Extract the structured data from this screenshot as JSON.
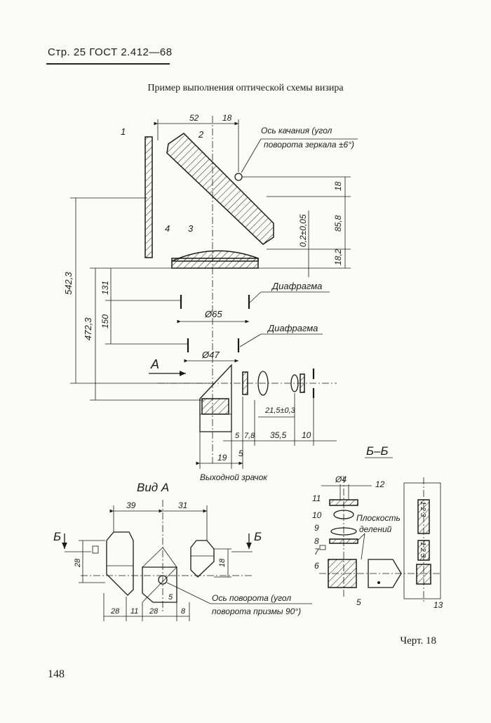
{
  "header": {
    "page_ref": "Стр. 25 ГОСТ 2.412—68",
    "page_number": "148",
    "figure_label": "Черт. 18"
  },
  "title": "Пример выполнения оптической схемы визира",
  "callouts": {
    "swing_axis_1": "Ось качания (угол",
    "swing_axis_2": "поворота зеркала ±6°)",
    "diaphragm_1": "Диафрагма",
    "diaphragm_2": "Диафрагма",
    "exit_pupil": "Выходной зрачок",
    "scale_plane_1": "Плоскость",
    "scale_plane_2": "делений",
    "rotation_axis_1": "Ось поворота (угол",
    "rotation_axis_2": "поворота призмы 90°)",
    "view_a": "Вид А",
    "arrow_a": "А",
    "section_bb": "Б–Б",
    "section_b_left": "Б",
    "section_b_right": "Б"
  },
  "positions": {
    "p1": "1",
    "p2": "2",
    "p3": "3",
    "p4": "4",
    "p5a": "5",
    "p5b": "5",
    "p6": "6",
    "p7": "7",
    "p8": "8",
    "p9": "9",
    "p10": "10",
    "p11": "11",
    "p12": "12",
    "p13": "13"
  },
  "dimensions": {
    "d52": "52",
    "d18_top": "18",
    "d18_v": "18",
    "d85_8": "85,8",
    "d18_2": "18,2",
    "d0_2": "0,2±0,05",
    "d542_3": "542,3",
    "d472_3": "472,3",
    "d131": "131",
    "d150": "150",
    "d65": "Ø65",
    "d47": "Ø47",
    "d21_5": "21,5±0,3",
    "d5": "5",
    "d7_8": "7,8",
    "d35_5": "35,5",
    "d10": "10",
    "d19": "19",
    "d4": "Ø4",
    "d39": "39",
    "d31": "31",
    "d28_v": "28",
    "d18_view": "18",
    "d28_a": "28",
    "d11": "11",
    "d28_b": "28",
    "d8": "8",
    "d5_view": "5"
  },
  "scale_digits": {
    "top": "1 2 3",
    "bottom": "1 2 3"
  }
}
